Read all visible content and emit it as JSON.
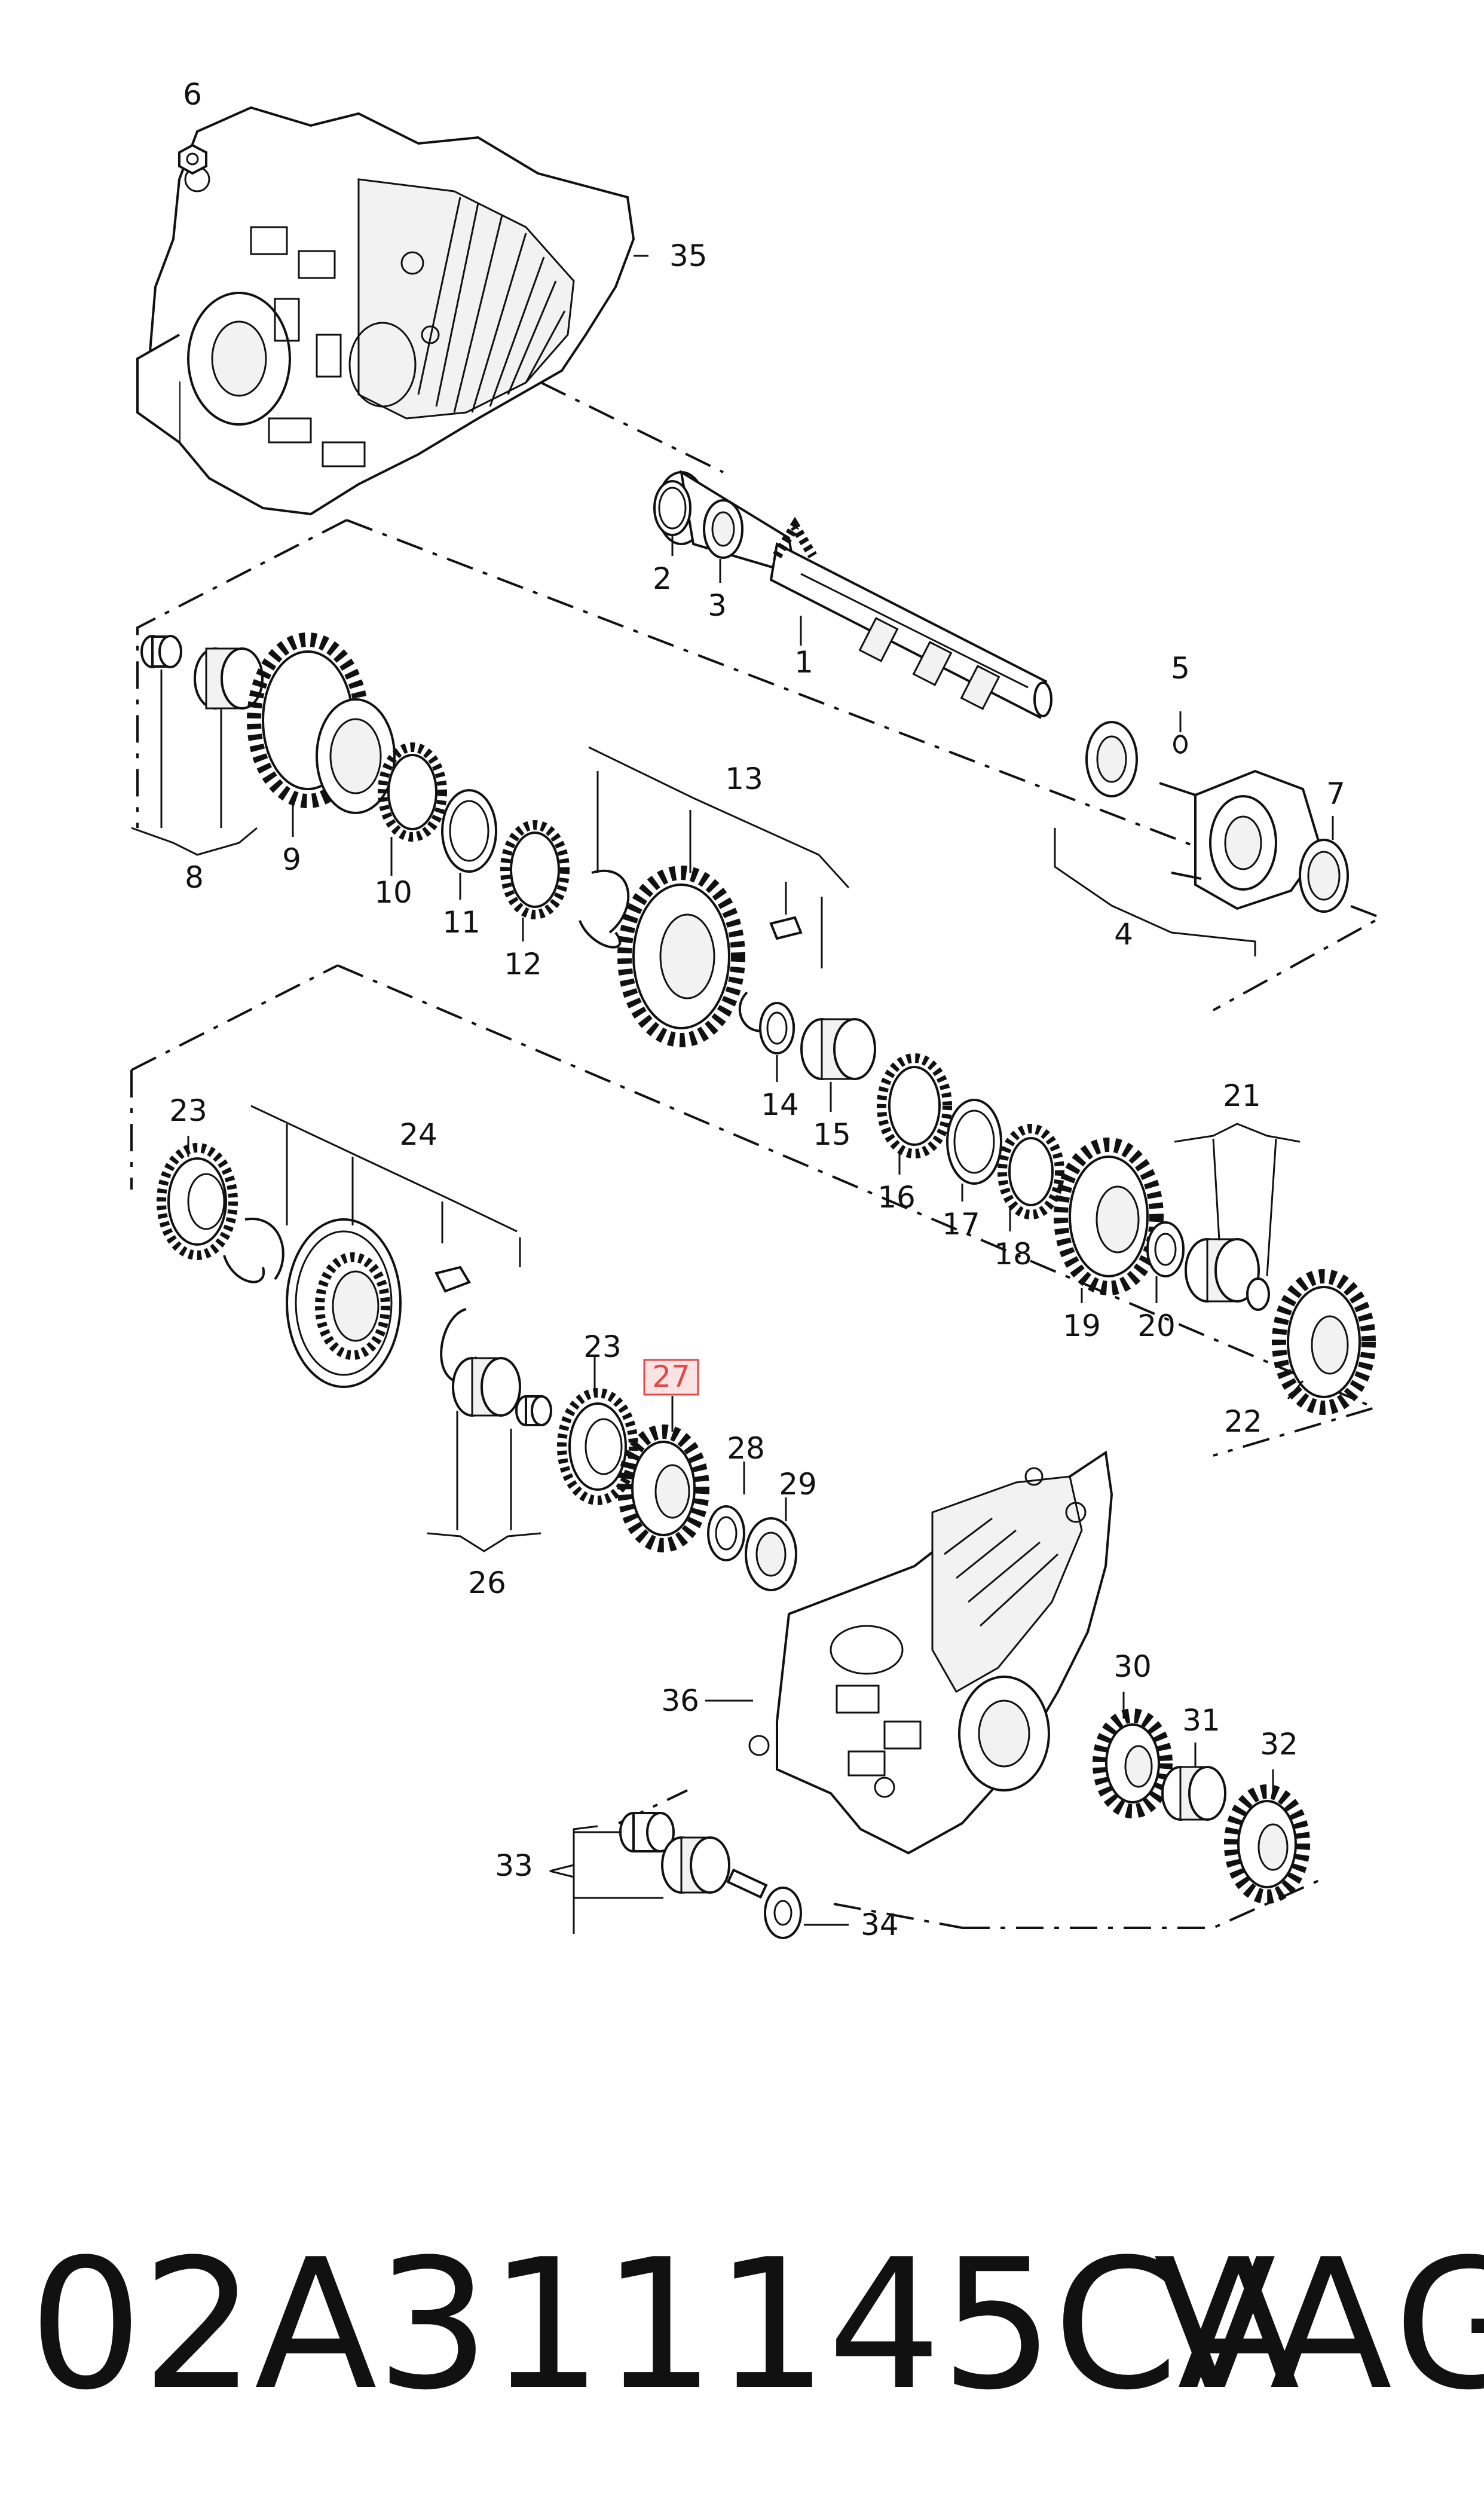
{
  "diagram": {
    "labels": {
      "l1": "1",
      "l2": "2",
      "l3": "3",
      "l4": "4",
      "l5": "5",
      "l6": "6",
      "l7": "7",
      "l8": "8",
      "l9": "9",
      "l10": "10",
      "l11": "11",
      "l12": "12",
      "l13": "13",
      "l14": "14",
      "l15": "15",
      "l16": "16",
      "l17": "17",
      "l18": "18",
      "l19": "19",
      "l20": "20",
      "l21": "21",
      "l22": "22",
      "l23a": "23",
      "l23b": "23",
      "l24": "24",
      "l26": "26",
      "l27": "27",
      "l28": "28",
      "l29": "29",
      "l30": "30",
      "l31": "31",
      "l32": "32",
      "l33": "33",
      "l34": "34",
      "l35": "35",
      "l36": "36"
    },
    "highlight_color": "#e04a4a",
    "highlight_fill": "#fbe3e3"
  },
  "footer": {
    "part_number": "02A311145CA",
    "brand": "VAG"
  }
}
